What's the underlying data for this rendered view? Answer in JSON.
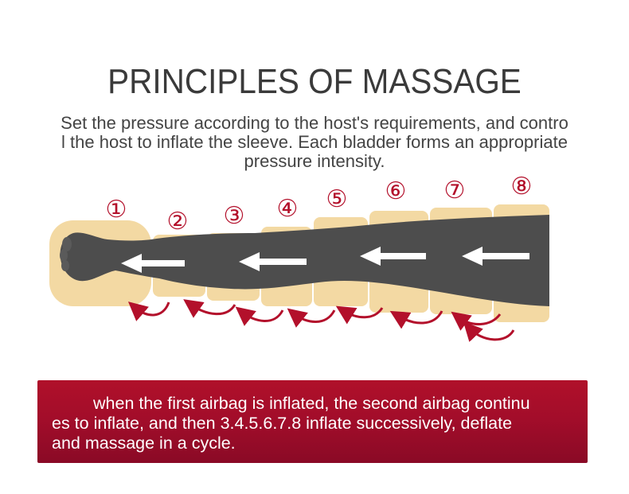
{
  "title": "PRINCIPLES OF MASSAGE",
  "description": {
    "line1": "Set the pressure according to the host's requirements, and contro",
    "line2": "l the host to inflate the sleeve. Each bladder forms an appropriate",
    "line3": "pressure intensity."
  },
  "chambers": [
    "①",
    "②",
    "③",
    "④",
    "⑤",
    "⑥",
    "⑦",
    "⑧"
  ],
  "banner": {
    "line1": "when the first airbag is inflated, the second airbag continu",
    "line2": "es to inflate, and then 3.4.5.6.7.8 inflate successively, deflate",
    "line3": "and massage in a cycle."
  },
  "colors": {
    "accent": "#b3102b",
    "chamber": "#f3d9a3",
    "leg": "#4a4a4a",
    "title": "#3a3a3a"
  }
}
